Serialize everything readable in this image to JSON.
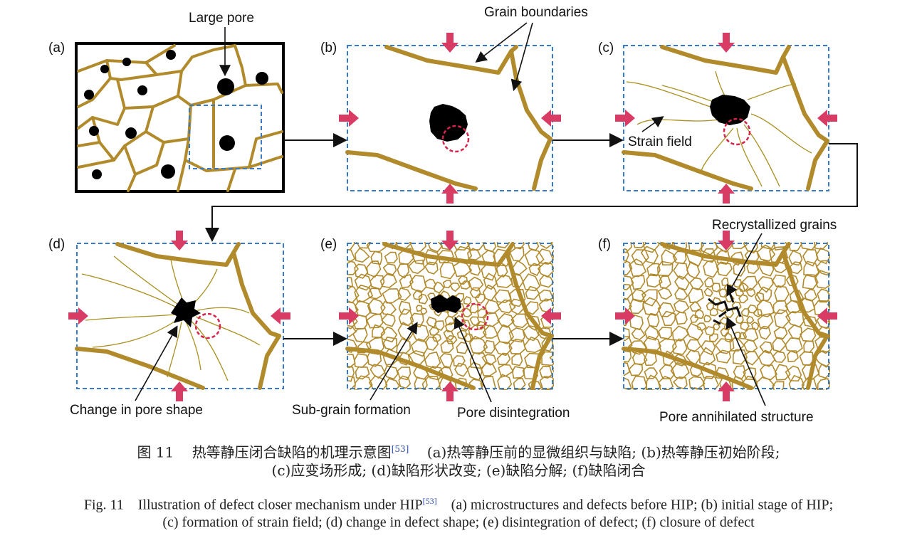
{
  "panels": {
    "a": "(a)",
    "b": "(b)",
    "c": "(c)",
    "d": "(d)",
    "e": "(e)",
    "f": "(f)"
  },
  "annotations": {
    "large_pore": "Large pore",
    "grain_boundaries": "Grain boundaries",
    "strain_field": "Strain field",
    "change_in_pore_shape": "Change in pore shape",
    "sub_grain_formation": "Sub-grain formation",
    "pore_disintegration": "Pore disintegration",
    "recrystallized_grains": "Recrystallized grains",
    "pore_annihilated_structure": "Pore annihilated structure"
  },
  "colors": {
    "grain_boundary": "#b18a2c",
    "frame": "#3a7bc8",
    "pressure_arrow": "#d83c64",
    "defect_circle": "#d4244a",
    "pore": "#000000"
  },
  "caption": {
    "zh_fig": "图 11",
    "zh_title": "热等静压闭合缺陷的机理示意图",
    "zh_ref": "[53]",
    "zh_line1_rest": "(a)热等静压前的显微组织与缺陷; (b)热等静压初始阶段;",
    "zh_line2": "(c)应变场形成; (d)缺陷形状改变; (e)缺陷分解; (f)缺陷闭合",
    "en_fig": "Fig. 11",
    "en_title": "Illustration of defect closer mechanism under HIP",
    "en_ref": "[53]",
    "en_line1_rest": "(a) microstructures and defects before HIP; (b) initial stage of HIP;",
    "en_line2": "(c) formation of strain field; (d) change in defect shape; (e) disintegration of defect; (f) closure of defect"
  }
}
